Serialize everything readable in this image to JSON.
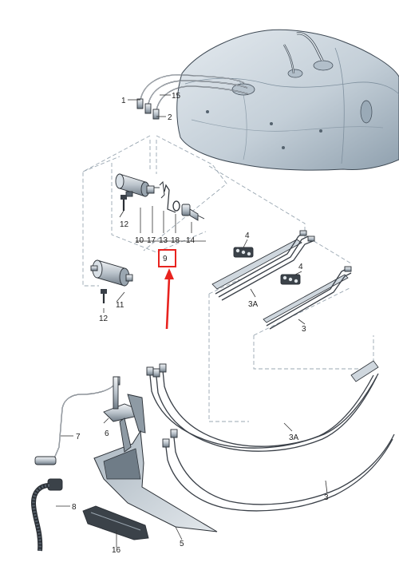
{
  "labels": {
    "l1": "1",
    "l15": "15",
    "l2": "2",
    "l10": "10",
    "l17": "17",
    "l13": "13",
    "l18": "18",
    "l14": "14",
    "l12a": "12",
    "l9": "9",
    "l11": "11",
    "l12b": "12",
    "l4a": "4",
    "l3Aa": "3A",
    "l4b": "4",
    "l3a": "3",
    "l7": "7",
    "l6": "6",
    "l8": "8",
    "l16": "16",
    "l5": "5",
    "l3Ab": "3A",
    "l3b": "3"
  },
  "colors": {
    "tank": "#c8d3dc",
    "tank_shadow": "#9fb0bd",
    "highlight": "#e8231f",
    "dash": "#9aa7b2"
  }
}
